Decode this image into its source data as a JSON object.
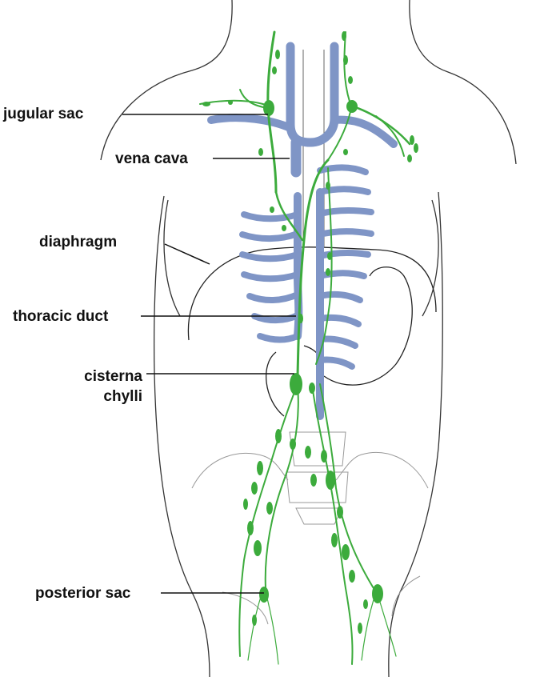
{
  "labels": {
    "jugular_sac": "jugular sac",
    "vena_cava": "vena cava",
    "diaphragm": "diaphragm",
    "thoracic_duct": "thoracic duct",
    "cisterna_line1": "cisterna",
    "cisterna_line2": "chylli",
    "posterior_sac": "posterior sac"
  },
  "colors": {
    "outline": "#333333",
    "vein": "#7f95c6",
    "lymph": "#3cab3c",
    "label": "#111111"
  }
}
